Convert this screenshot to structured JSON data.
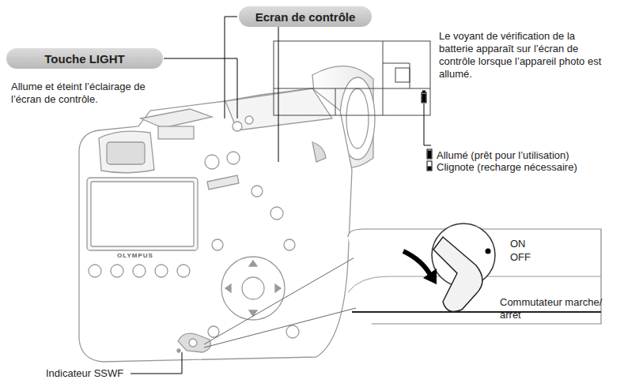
{
  "diagram": {
    "nodes": [
      {
        "text": [
          "Touche LIGHT"
        ]
      },
      {
        "text": [
          "Ecran de contrôle"
        ]
      }
    ],
    "labels": [
      "Allume et éteint l’éclairage de l’écran de contrôle.",
      "Le voyant de vérification de la batterie apparaît sur l’écran de contrôle lorsque l’appareil photo est allumé.",
      "Allumé (prêt pour l’utilisation)",
      "Clignote (recharge nécessaire)",
      "ON",
      "OFF",
      "Commutateur marche/ arrêt",
      "Indicateur SSWF",
      "OLYMPUS"
    ]
  }
}
